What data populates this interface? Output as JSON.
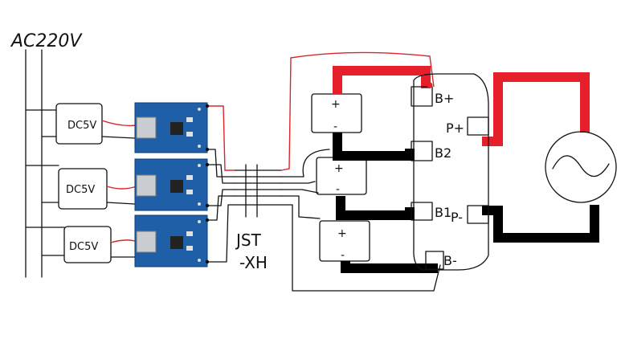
{
  "labels": {
    "mains": "AC220V",
    "dc_modules": [
      "DC5V",
      "DC5V",
      "DC5V"
    ],
    "connector_line1": "JST",
    "connector_line2": "-XH",
    "bms_pins": {
      "b_plus": "B+",
      "b2": "B2",
      "b1": "B1",
      "b_minus": "B-",
      "p_plus": "P+",
      "p_minus": "P-"
    },
    "cell_plus": "+",
    "cell_minus": "-"
  },
  "colors": {
    "board_blue": "#1f5fa8",
    "wire_red": "#e6202a",
    "ink": "#111111"
  },
  "icons": {
    "load": "ac-source-sine-icon",
    "charger_board": "tp4056-charger-module-icon"
  }
}
